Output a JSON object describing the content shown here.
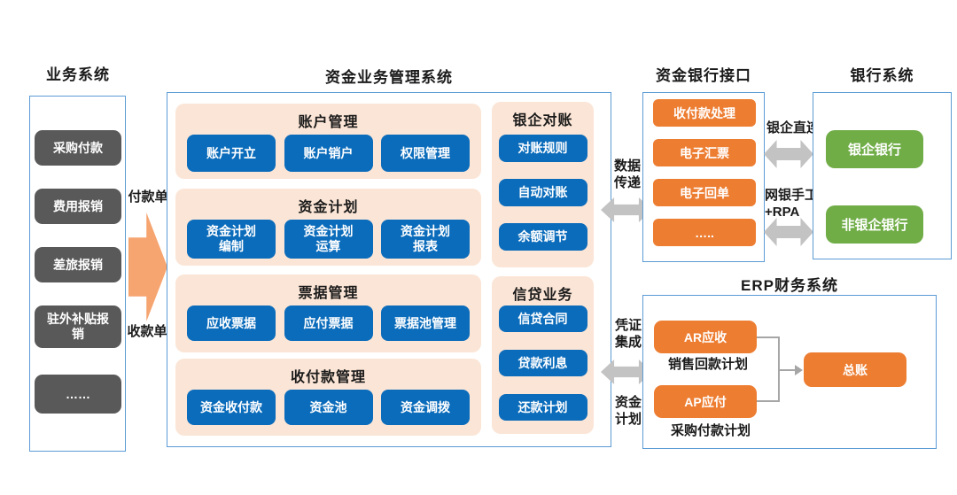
{
  "colors": {
    "blue": "#0b6cbb",
    "dark_gray": "#595959",
    "peach": "#fbe5d6",
    "orange": "#ed7d31",
    "light_orange": "#f6a470",
    "green": "#70ad47",
    "arrow_gray": "#c3c3c3",
    "border_blue": "#5b9bd5",
    "line_gray": "#a6a6a6"
  },
  "business_system": {
    "title": "业务系统",
    "items": [
      "采购付款",
      "费用报销",
      "差旅报销",
      "驻外补贴报\n销",
      "……"
    ]
  },
  "flow": {
    "payment_doc": "付款单",
    "receipt_doc": "收款单",
    "data_transfer": "数据\n传递",
    "voucher_integration": "凭证\n集成",
    "fund_plan": "资金\n计划",
    "direct_connection": "银企直连",
    "manual_rpa": "网银手工\n+RPA"
  },
  "fund_management": {
    "title": "资金业务管理系统",
    "sections": [
      {
        "title": "账户管理",
        "items": [
          "账户开立",
          "账户销户",
          "权限管理"
        ]
      },
      {
        "title": "资金计划",
        "items": [
          "资金计划\n编制",
          "资金计划\n运算",
          "资金计划\n报表"
        ]
      },
      {
        "title": "票据管理",
        "items": [
          "应收票据",
          "应付票据",
          "票据池管理"
        ]
      },
      {
        "title": "收付款管理",
        "items": [
          "资金收付款",
          "资金池",
          "资金调拨"
        ]
      }
    ],
    "side_sections": [
      {
        "title": "银企对账",
        "items": [
          "对账规则",
          "自动对账",
          "余额调节"
        ]
      },
      {
        "title": "信贷业务",
        "items": [
          "信贷合同",
          "贷款利息",
          "还款计划"
        ]
      }
    ]
  },
  "bank_interface": {
    "title": "资金银行接口",
    "items": [
      "收付款处理",
      "电子汇票",
      "电子回单",
      "….."
    ]
  },
  "bank_system": {
    "title": "银行系统",
    "items": [
      "银企银行",
      "非银企银行"
    ]
  },
  "erp": {
    "title": "ERP财务系统",
    "ar_box": "AR应收",
    "ar_caption": "销售回款计划",
    "ap_box": "AP应付",
    "ap_caption": "采购付款计划",
    "gl_box": "总账"
  }
}
